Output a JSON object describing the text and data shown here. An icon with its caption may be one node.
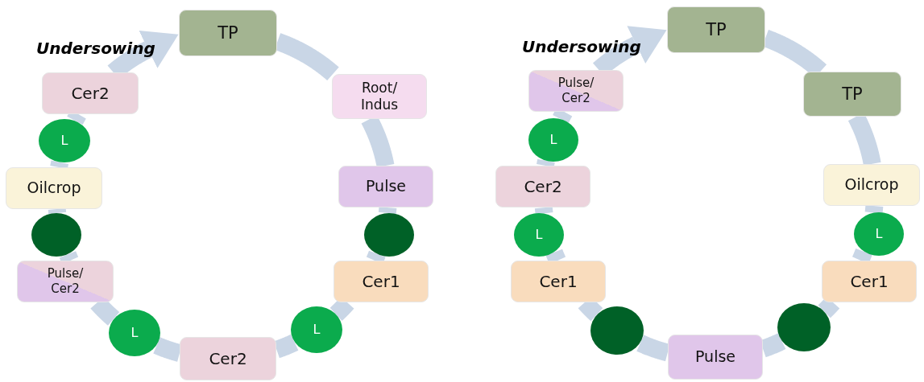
{
  "diagram": {
    "nodes": [
      {
        "text": [
          "TP"
        ]
      },
      {
        "text": [
          "Root/ Indus"
        ]
      },
      {
        "text": [
          "Pulse"
        ]
      },
      {
        "text": [],
        "shape": "circle"
      },
      {
        "text": [
          "Cer1"
        ]
      },
      {
        "text": [
          "L"
        ]
      },
      {
        "text": [
          "Cer2"
        ]
      },
      {
        "text": [
          "L"
        ]
      },
      {
        "text": [
          "Pulse/ Cer2"
        ]
      },
      {
        "text": [],
        "shape": "circle"
      },
      {
        "text": [
          "Oilcrop"
        ]
      },
      {
        "text": [
          "L"
        ]
      },
      {
        "text": [
          "Cer2"
        ]
      },
      {
        "text": [
          "TP"
        ]
      },
      {
        "text": [
          "TP"
        ]
      },
      {
        "text": [
          "Oilcrop"
        ]
      },
      {
        "text": [
          "L"
        ]
      },
      {
        "text": [
          "Cer1"
        ]
      },
      {
        "text": [],
        "shape": "circle"
      },
      {
        "text": [
          "Pulse"
        ]
      },
      {
        "text": [],
        "shape": "circle"
      },
      {
        "text": [
          "Cer1"
        ]
      },
      {
        "text": [
          "L"
        ]
      },
      {
        "text": [
          "Cer2"
        ]
      },
      {
        "text": [
          "L"
        ]
      },
      {
        "text": [
          "Pulse/ Cer2"
        ]
      }
    ],
    "edges": [
      {
        "from": 0,
        "to": 1,
        "arrow": "none"
      },
      {
        "from": 1,
        "to": 2,
        "arrow": "none"
      },
      {
        "from": 2,
        "to": 3,
        "arrow": "none"
      },
      {
        "from": 3,
        "to": 4,
        "arrow": "none"
      },
      {
        "from": 4,
        "to": 5,
        "arrow": "none"
      },
      {
        "from": 5,
        "to": 6,
        "arrow": "none"
      },
      {
        "from": 6,
        "to": 7,
        "arrow": "none"
      },
      {
        "from": 7,
        "to": 8,
        "arrow": "none"
      },
      {
        "from": 8,
        "to": 9,
        "arrow": "none"
      },
      {
        "from": 9,
        "to": 10,
        "arrow": "none"
      },
      {
        "from": 10,
        "to": 11,
        "arrow": "none"
      },
      {
        "from": 11,
        "to": 12,
        "arrow": "none"
      },
      {
        "from": 12,
        "to": 0,
        "arrow": "to"
      },
      {
        "from": 13,
        "to": 14,
        "arrow": "none"
      },
      {
        "from": 14,
        "to": 15,
        "arrow": "none"
      },
      {
        "from": 15,
        "to": 16,
        "arrow": "none"
      },
      {
        "from": 16,
        "to": 17,
        "arrow": "none"
      },
      {
        "from": 17,
        "to": 18,
        "arrow": "none"
      },
      {
        "from": 18,
        "to": 19,
        "arrow": "none"
      },
      {
        "from": 19,
        "to": 20,
        "arrow": "none"
      },
      {
        "from": 20,
        "to": 21,
        "arrow": "none"
      },
      {
        "from": 21,
        "to": 22,
        "arrow": "none"
      },
      {
        "from": 22,
        "to": 23,
        "arrow": "none"
      },
      {
        "from": 23,
        "to": 24,
        "arrow": "none"
      },
      {
        "from": 24,
        "to": 25,
        "arrow": "none"
      },
      {
        "from": 25,
        "to": 13,
        "arrow": "to"
      }
    ],
    "labels": [
      "Undersowing",
      "Undersowing"
    ]
  }
}
